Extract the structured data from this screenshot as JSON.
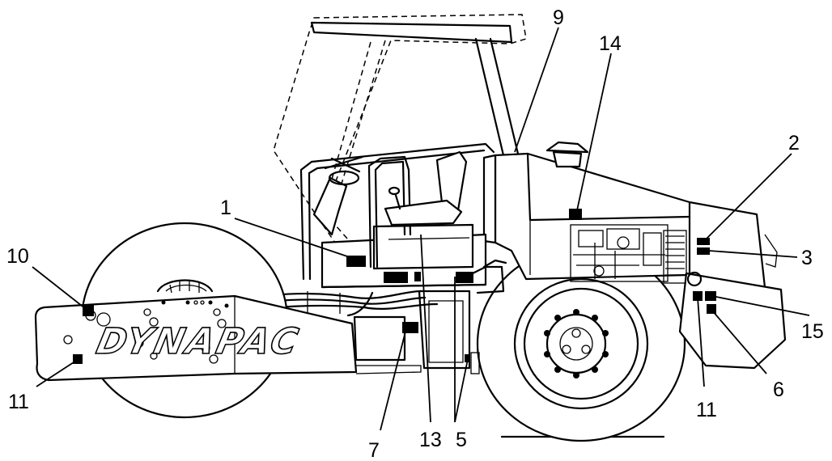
{
  "brand_text": "DYNAPAC",
  "callouts": [
    {
      "id": "c1",
      "label": "1"
    },
    {
      "id": "c2",
      "label": "2"
    },
    {
      "id": "c3",
      "label": "3"
    },
    {
      "id": "c5",
      "label": "5"
    },
    {
      "id": "c6",
      "label": "6"
    },
    {
      "id": "c7",
      "label": "7"
    },
    {
      "id": "c9",
      "label": "9"
    },
    {
      "id": "c10",
      "label": "10"
    },
    {
      "id": "c11a",
      "label": "11"
    },
    {
      "id": "c11b",
      "label": "11"
    },
    {
      "id": "c13",
      "label": "13"
    },
    {
      "id": "c14",
      "label": "14"
    },
    {
      "id": "c15",
      "label": "15"
    }
  ],
  "colors": {
    "line": "#000000",
    "background": "#ffffff",
    "decal": "#000000"
  }
}
